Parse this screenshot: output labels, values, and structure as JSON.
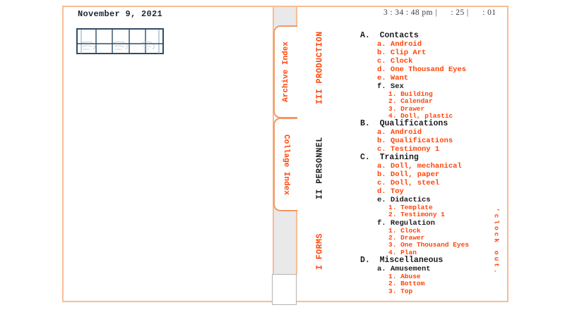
{
  "header": {
    "time_display": "3 : 34 : 48 pm |      : 25 |      : 01"
  },
  "left_page": {
    "date": "November 9, 2021",
    "grid_drawing": {
      "columns": 5,
      "rows": 2
    }
  },
  "tabs": {
    "archive": {
      "label": "Archive Index"
    },
    "collage": {
      "label": "Collage Index"
    }
  },
  "sections": {
    "production": {
      "label": "III PRODUCTION"
    },
    "personnel": {
      "label": "II PERSONNEL"
    },
    "forms": {
      "label": "I FORMS"
    }
  },
  "outline": [
    {
      "label": "A.  Contacts",
      "level": 1,
      "tone": "ink"
    },
    {
      "label": "a. Android",
      "level": 2,
      "tone": "accent"
    },
    {
      "label": "b. Clip Art",
      "level": 2,
      "tone": "accent"
    },
    {
      "label": "c. Clock",
      "level": 2,
      "tone": "accent"
    },
    {
      "label": "d. One Thousand Eyes",
      "level": 2,
      "tone": "accent"
    },
    {
      "label": "e. Want",
      "level": 2,
      "tone": "accent"
    },
    {
      "label": "f. Sex",
      "level": 2,
      "tone": "ink"
    },
    {
      "label": "1. Building",
      "level": 3,
      "tone": "accent"
    },
    {
      "label": "2. Calendar",
      "level": 3,
      "tone": "accent"
    },
    {
      "label": "3. Drawer",
      "level": 3,
      "tone": "accent"
    },
    {
      "label": "4. Doll, plastic",
      "level": 3,
      "tone": "accent"
    },
    {
      "label": "B.  Qualifications",
      "level": 1,
      "tone": "ink"
    },
    {
      "label": "a. Android",
      "level": 2,
      "tone": "accent"
    },
    {
      "label": "b. Qualifications",
      "level": 2,
      "tone": "accent"
    },
    {
      "label": "c. Testimony 1",
      "level": 2,
      "tone": "accent"
    },
    {
      "label": "C.  Training",
      "level": 1,
      "tone": "ink"
    },
    {
      "label": "a. Doll, mechanical",
      "level": 2,
      "tone": "accent"
    },
    {
      "label": "b. Doll, paper",
      "level": 2,
      "tone": "accent"
    },
    {
      "label": "c. Doll, steel",
      "level": 2,
      "tone": "accent"
    },
    {
      "label": "d. Toy",
      "level": 2,
      "tone": "accent"
    },
    {
      "label": "e. Didactics",
      "level": 2,
      "tone": "ink"
    },
    {
      "label": "1. Template",
      "level": 3,
      "tone": "accent"
    },
    {
      "label": "2. Testimony 1",
      "level": 3,
      "tone": "accent"
    },
    {
      "label": "f. Regulation",
      "level": 2,
      "tone": "ink"
    },
    {
      "label": "1. Clock",
      "level": 3,
      "tone": "accent"
    },
    {
      "label": "2. Drawer",
      "level": 3,
      "tone": "accent"
    },
    {
      "label": "3. One Thousand Eyes",
      "level": 3,
      "tone": "accent"
    },
    {
      "label": "4. Plan",
      "level": 3,
      "tone": "accent"
    },
    {
      "label": "D.  Miscellaneous",
      "level": 1,
      "tone": "ink"
    },
    {
      "label": "a. Amusement",
      "level": 2,
      "tone": "ink"
    },
    {
      "label": "1. Abuse",
      "level": 3,
      "tone": "accent"
    },
    {
      "label": "2. Bottom",
      "level": 3,
      "tone": "accent"
    },
    {
      "label": "3. Top",
      "level": 3,
      "tone": "accent"
    }
  ],
  "side_note": {
    "label": "'clock out."
  },
  "colors": {
    "accent_orange": "#ff4408",
    "ink_black": "#1c1c1c",
    "card_border_peach": "#f7bd97",
    "tab_border_orange": "#ef9a66",
    "grid_blue": "#2f4d68",
    "grid_blue_light": "#9bb1c9",
    "gray_fill": "#e9e9e9",
    "gray_line": "#b3b3b3",
    "clock_text": "#3d3d3d",
    "date_text": "#1d2630"
  }
}
